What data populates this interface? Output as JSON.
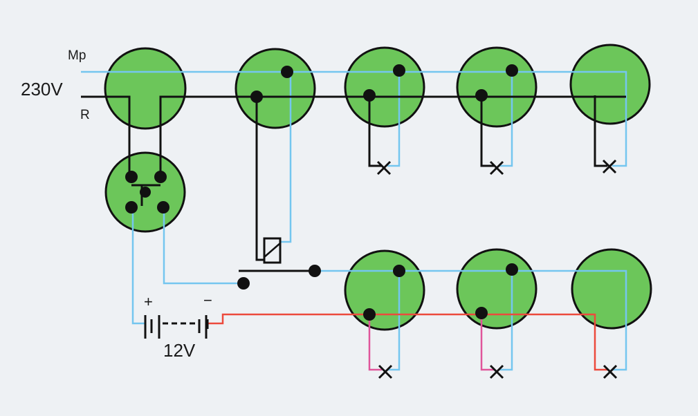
{
  "labels": {
    "neutral": "Mp",
    "voltage_main": "230V",
    "phase": "R",
    "battery_plus": "+",
    "battery_minus": "−",
    "voltage_low": "12V"
  },
  "colors": {
    "background": "#eef1f4",
    "box_fill": "#6cc65a",
    "neutral_wire": "#74c6ef",
    "phase_wire": "#111111",
    "low_voltage_wire": "#ec4a3c"
  }
}
